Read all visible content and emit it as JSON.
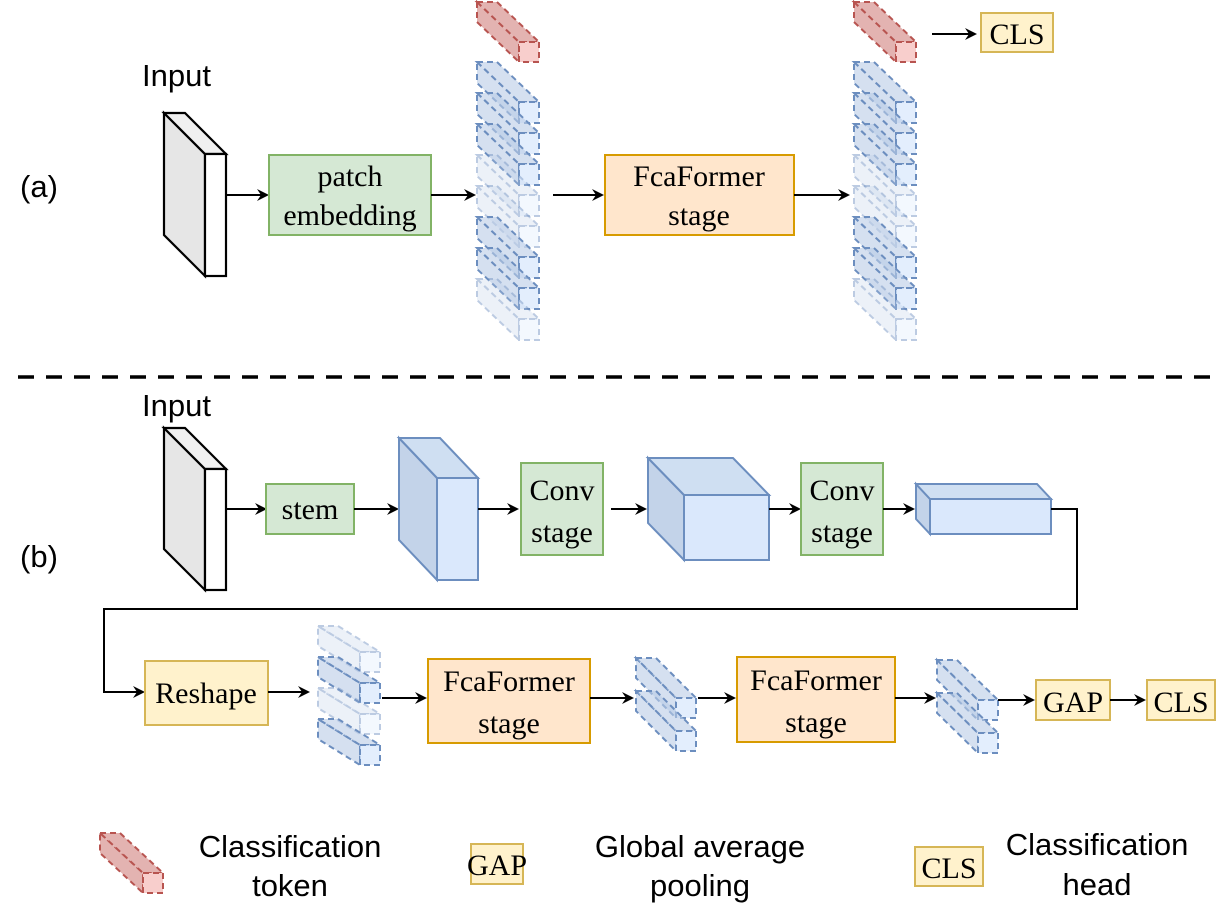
{
  "figure": {
    "panel_a": {
      "label": "(a)",
      "input_label": "Input",
      "patch_embedding": [
        "patch",
        "embedding"
      ],
      "fcaformer_stage": [
        "FcaFormer",
        "stage"
      ],
      "cls": "CLS",
      "token_count": 8
    },
    "panel_b": {
      "label": "(b)",
      "input_label": "Input",
      "stem": "stem",
      "conv_stage_1": [
        "Conv",
        "stage"
      ],
      "conv_stage_2": [
        "Conv",
        "stage"
      ],
      "reshape": "Reshape",
      "fcaformer_stage_1": [
        "FcaFormer",
        "stage"
      ],
      "fcaformer_stage_2": [
        "FcaFormer",
        "stage"
      ],
      "gap": "GAP",
      "cls": "CLS",
      "token_counts": [
        4,
        2,
        2
      ]
    },
    "legend": [
      {
        "symbol": "classification-token",
        "text": [
          "Classification",
          "token"
        ]
      },
      {
        "symbol": "GAP",
        "text": [
          "Global average",
          "pooling"
        ]
      },
      {
        "symbol": "CLS",
        "text": [
          "Classification",
          "head"
        ]
      }
    ],
    "colors": {
      "green_fill": "#d5e8d4",
      "green_stroke": "#82b366",
      "orange_fill": "#ffe6cc",
      "orange_stroke": "#d79b00",
      "yellow_fill": "#fff2cc",
      "yellow_stroke": "#d6b656",
      "blue_fill": "#dae8fc",
      "blue_stroke": "#6c8ebf",
      "red_fill": "#f8cecc",
      "red_stroke": "#b85450"
    }
  }
}
